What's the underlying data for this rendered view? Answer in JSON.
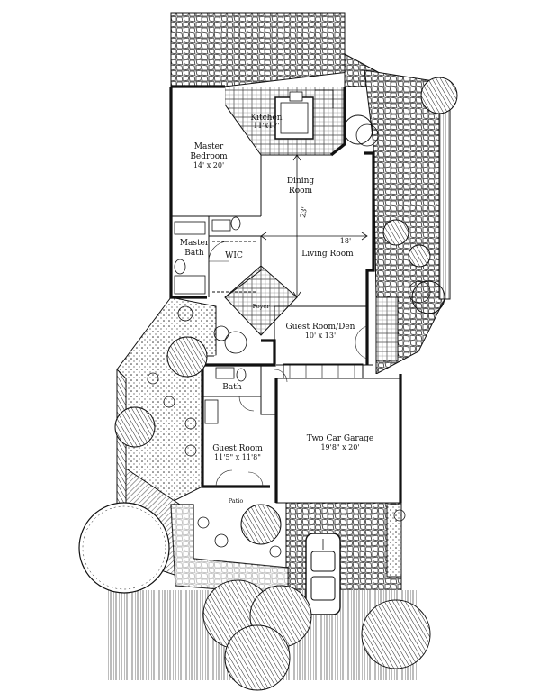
{
  "rooms": {
    "kitchen": {
      "name": "Kitchen",
      "size": "11'x17'"
    },
    "master_bedroom": {
      "name_line1": "Master",
      "name_line2": "Bedroom",
      "size": "14' x 20'"
    },
    "dining": {
      "name_line1": "Dining",
      "name_line2": "Room"
    },
    "living": {
      "name": "Living Room",
      "dim_width": "18'",
      "dim_length": "23'"
    },
    "master_bath": {
      "name_line1": "Master",
      "name_line2": "Bath"
    },
    "wic": {
      "name": "WIC"
    },
    "foyer": {
      "name": "Foyer"
    },
    "guest_den": {
      "name": "Guest Room/Den",
      "size": "10' x 13'"
    },
    "bath": {
      "name": "Bath"
    },
    "guest_room": {
      "name": "Guest Room",
      "size": "11'5\" x 11'8\""
    },
    "garage": {
      "name": "Two Car Garage",
      "size": "19'8\" x 20'"
    },
    "patio": {
      "name": "Patio"
    }
  },
  "colors": {
    "ink": "#111111",
    "paper": "#ffffff",
    "hatch": "#333333"
  }
}
